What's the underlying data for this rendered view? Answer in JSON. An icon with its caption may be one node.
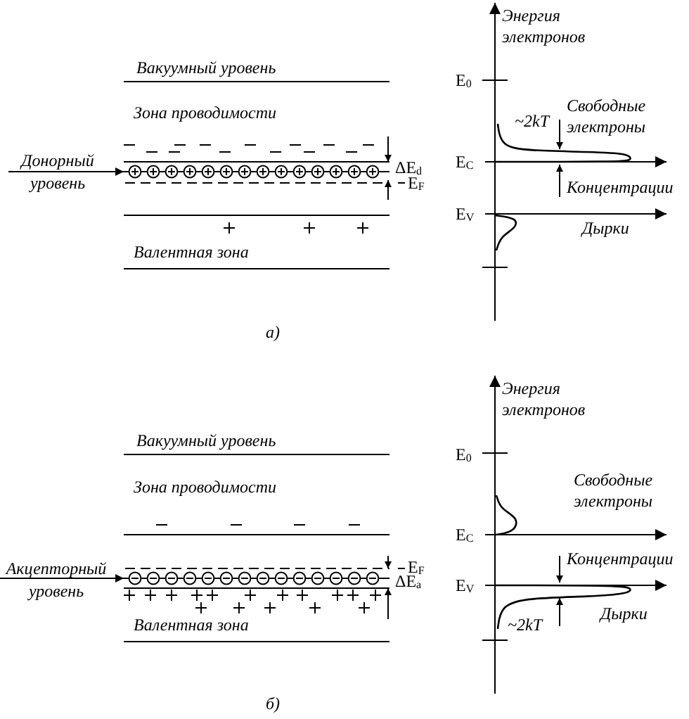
{
  "diagram": {
    "nodes": [
      {
        "text": [
          "Донорный уровень"
        ]
      },
      {
        "text": [],
        "shape": "bar"
      },
      {
        "text": [
          "Акцепторный уровень"
        ]
      },
      {
        "text": [],
        "shape": "bar"
      }
    ],
    "edges": [
      {
        "from": 0,
        "to": 1,
        "arrow": "to"
      },
      {
        "from": 2,
        "to": 3,
        "arrow": "to"
      }
    ],
    "labels": [
      "Энергия электронов",
      "Вакуумный уровень",
      "E$_{0}$",
      "Зона проводимости",
      "Свободные электроны",
      "~2kT",
      "E$_{C}$",
      "ΔE$_{d}$",
      "E$_{F}$",
      "Концентрации",
      "E$_{V}$",
      "Дырки",
      "Валентная зона",
      "а)",
      "Энергия электронов",
      "Вакуумный уровень",
      "E$_{0}$",
      "Зона проводимости",
      "Свободные электроны",
      "E$_{C}$",
      "E$_{F}$",
      "Концентрации",
      "ΔE$_{a}$",
      "E$_{V}$",
      "~2kT",
      "Дырки",
      "Валентная зона",
      "б)"
    ]
  }
}
